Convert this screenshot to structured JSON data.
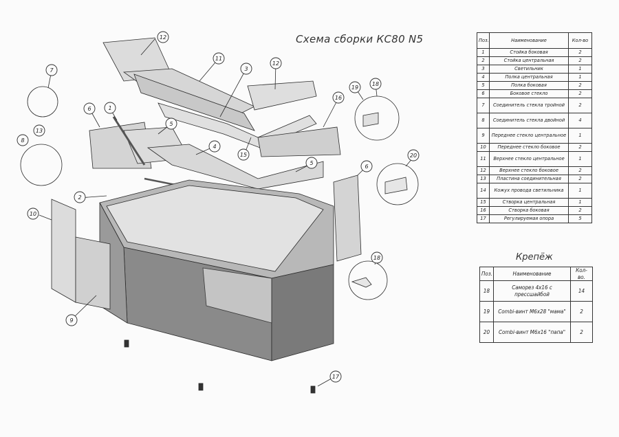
{
  "title": "Схема сборки КС80 N5",
  "parts_table": {
    "headers": [
      "Поз.",
      "Наименование",
      "Кол-во"
    ],
    "rows": [
      {
        "pos": "1",
        "name": "Стойка боковая",
        "qty": "2"
      },
      {
        "pos": "2",
        "name": "Стойка центральная",
        "qty": "2"
      },
      {
        "pos": "3",
        "name": "Светильник",
        "qty": "1"
      },
      {
        "pos": "4",
        "name": "Полка центральная",
        "qty": "1"
      },
      {
        "pos": "5",
        "name": "Полка боковая",
        "qty": "2"
      },
      {
        "pos": "6",
        "name": "Боковое стекло",
        "qty": "2"
      },
      {
        "pos": "7",
        "name": "Соединитель стекла тройной",
        "qty": "2"
      },
      {
        "pos": "8",
        "name": "Соединитель стекла двойной",
        "qty": "4"
      },
      {
        "pos": "9",
        "name": "Переднее стекло центральное",
        "qty": "1"
      },
      {
        "pos": "10",
        "name": "Переднее стекло боковое",
        "qty": "2"
      },
      {
        "pos": "11",
        "name": "Верхнее стекло центральное",
        "qty": "1"
      },
      {
        "pos": "12",
        "name": "Верхнее стекло боковое",
        "qty": "2"
      },
      {
        "pos": "13",
        "name": "Пластина соединительная",
        "qty": "2"
      },
      {
        "pos": "14",
        "name": "Кожух провода светильника",
        "qty": "1"
      },
      {
        "pos": "15",
        "name": "Створка центральная",
        "qty": "1"
      },
      {
        "pos": "16",
        "name": "Створка боковая",
        "qty": "2"
      },
      {
        "pos": "17",
        "name": "Регулируемая опора",
        "qty": "5"
      }
    ]
  },
  "fasteners": {
    "title": "Крепёж",
    "headers": [
      "Поз.",
      "Наименование",
      "Кол-во."
    ],
    "rows": [
      {
        "pos": "18",
        "name": "Саморез 4х16 с прессшайбой",
        "qty": "14"
      },
      {
        "pos": "19",
        "name": "Combi-винт М6х28 \"мама\"",
        "qty": "2"
      },
      {
        "pos": "20",
        "name": "Combi-винт М6х16 \"папа\"",
        "qty": "2"
      }
    ]
  },
  "callouts": [
    "1",
    "2",
    "3",
    "4",
    "5",
    "5",
    "6",
    "6",
    "7",
    "8",
    "9",
    "10",
    "11",
    "12",
    "12",
    "13",
    "15",
    "16",
    "17",
    "18",
    "18",
    "19",
    "20"
  ],
  "colors": {
    "line": "#2a2a2a",
    "glass": "#d9d9d9",
    "body": "#8c8c8c",
    "dark": "#6f6f6f",
    "frame": "#b5b5b5"
  }
}
